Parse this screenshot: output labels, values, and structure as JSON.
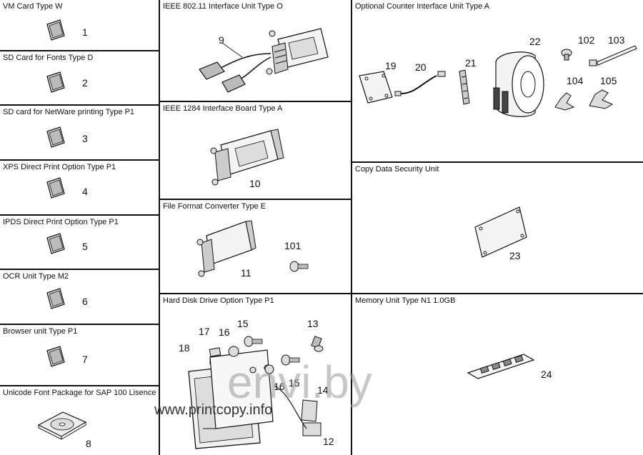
{
  "panels": {
    "vm_card": {
      "title": "VM Card Type W",
      "number": "1"
    },
    "sd_fonts": {
      "title": "SD Card for Fonts  Type D",
      "number": "2"
    },
    "sd_netware": {
      "title": "SD card for NetWare printing Type P1",
      "number": "3"
    },
    "xps": {
      "title": "XPS Direct Print Option Type P1",
      "number": "4"
    },
    "ipds": {
      "title": "IPDS Direct Print Option Type P1",
      "number": "5"
    },
    "ocr": {
      "title": "OCR Unit Type M2",
      "number": "6"
    },
    "browser": {
      "title": "Browser unit Type P1",
      "number": "7"
    },
    "unicode": {
      "title": "Unicode Font Package for SAP 100 Lisence",
      "number": "8"
    },
    "ieee80211": {
      "title": "IEEE 802.11 Interface Unit Type O",
      "number": "9"
    },
    "ieee1284": {
      "title": "IEEE 1284 Interface Board Type A",
      "number": "10"
    },
    "file_format": {
      "title": "File Format Converter Type E",
      "numbers": [
        "11",
        "101"
      ]
    },
    "hdd": {
      "title": "Hard Disk Drive Option Type P1",
      "numbers": [
        "18",
        "17",
        "16",
        "15",
        "13",
        "16",
        "15",
        "14",
        "12"
      ]
    },
    "counter": {
      "title": "Optional Counter Interface Unit Type A",
      "numbers": [
        "19",
        "20",
        "21",
        "22",
        "102",
        "103",
        "104",
        "105"
      ]
    },
    "copy_security": {
      "title": "Copy Data Security Unit",
      "number": "23"
    },
    "memory": {
      "title": "Memory Unit Type N1 1.0GB",
      "number": "24"
    }
  },
  "watermarks": {
    "site1": "envi.by",
    "site2": "www.printcopy.info"
  }
}
